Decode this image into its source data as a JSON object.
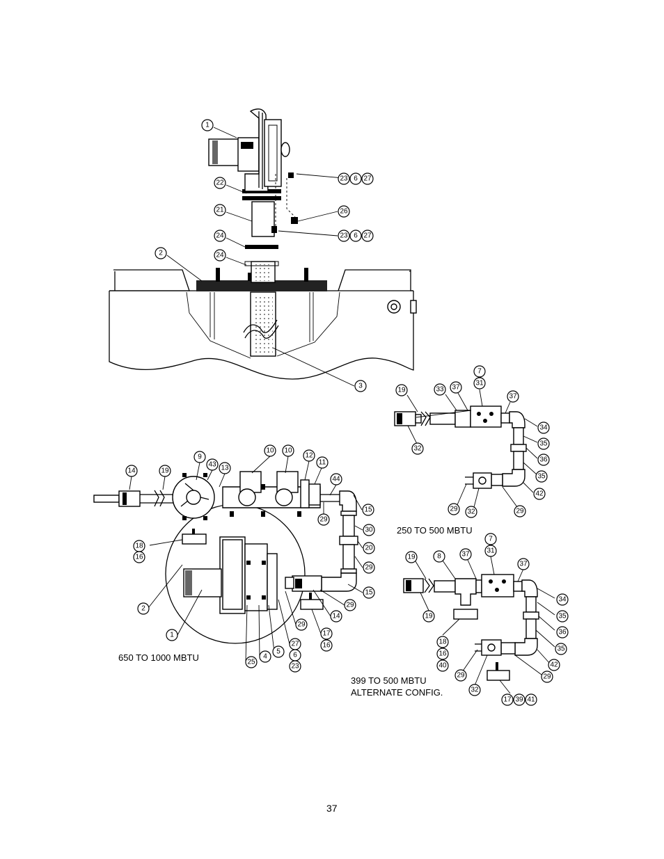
{
  "captions": {
    "left": "650 TO 1000 MBTU",
    "right_top": "250 TO 500 MBTU",
    "right_bottom_1": "399 TO 500 MBTU",
    "right_bottom_2": "ALTERNATE CONFIG."
  },
  "page_number": "37",
  "callouts": {
    "top": [
      "1",
      "22",
      "21",
      "24",
      "24",
      "2",
      "3",
      "26"
    ],
    "top_groups": [
      [
        "23",
        "6",
        "27"
      ],
      [
        "23",
        "6",
        "27"
      ]
    ],
    "left": [
      "14",
      "19",
      "9",
      "43",
      "13",
      "10",
      "10",
      "12",
      "11",
      "44",
      "15",
      "30",
      "20",
      "29",
      "15",
      "29",
      "14",
      "17",
      "16",
      "29",
      "27",
      "6",
      "23",
      "5",
      "4",
      "25",
      "1",
      "2",
      "18",
      "16",
      "29"
    ],
    "right_top": [
      "7",
      "31",
      "19",
      "33",
      "37",
      "37",
      "34",
      "35",
      "36",
      "35",
      "42",
      "29",
      "32",
      "29",
      "32"
    ],
    "right_bottom": [
      "7",
      "31",
      "19",
      "8",
      "37",
      "37",
      "34",
      "35",
      "36",
      "35",
      "42",
      "18",
      "16",
      "40",
      "29",
      "29",
      "32"
    ],
    "right_bottom_groups": [
      [
        "17",
        "39",
        "41"
      ]
    ]
  }
}
